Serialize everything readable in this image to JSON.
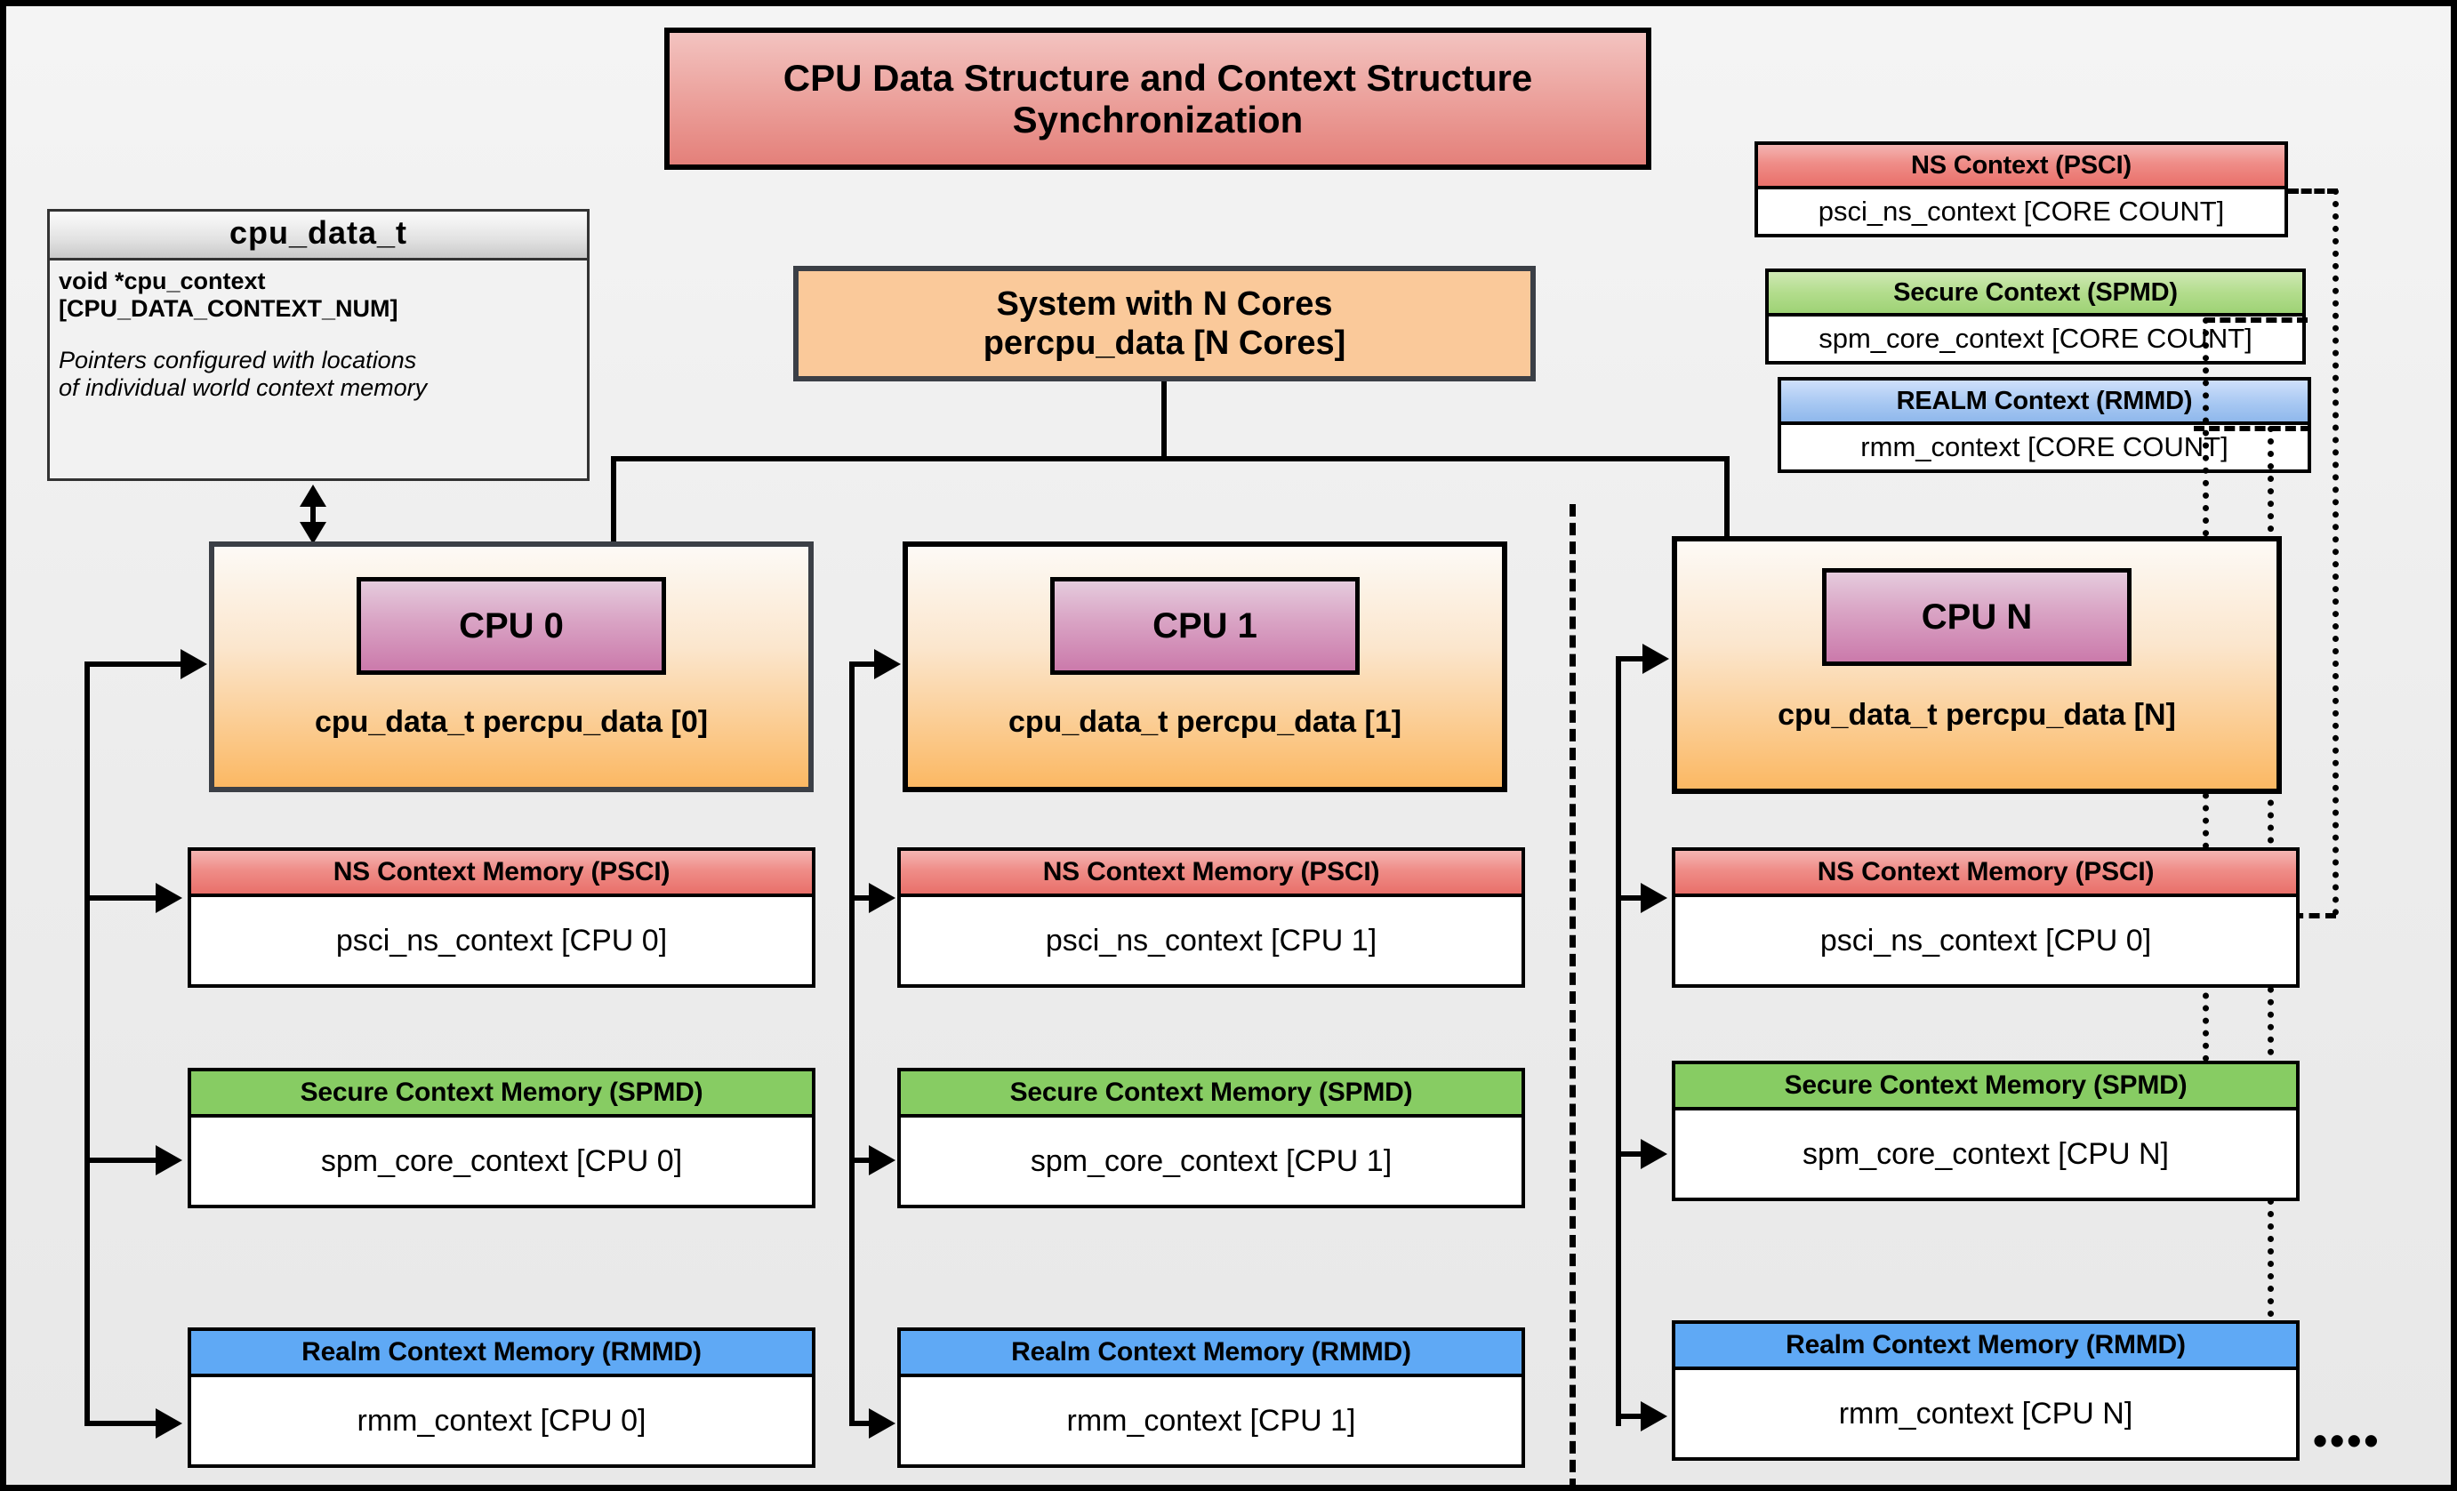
{
  "title": {
    "line1": "CPU Data Structure and Context Structure",
    "line2": "Synchronization"
  },
  "cpu_data_t": {
    "name": "cpu_data_t",
    "field": "void  *cpu_context [CPU_DATA_CONTEXT_NUM]",
    "field_line1": "void  *cpu_context",
    "field_line2": "[CPU_DATA_CONTEXT_NUM]",
    "note_line1": "Pointers configured with locations",
    "note_line2": "of individual world context memory"
  },
  "system": {
    "line1": "System with N Cores",
    "line2": "percpu_data [N Cores]"
  },
  "global_contexts": [
    {
      "id": "ns",
      "header": "NS Context  (PSCI)",
      "body": "psci_ns_context [CORE COUNT]",
      "color": "#e9706a"
    },
    {
      "id": "secure",
      "header": "Secure Context (SPMD)",
      "body": "spm_core_context [CORE COUNT]",
      "color": "#9ed275"
    },
    {
      "id": "realm",
      "header": "REALM Context (RMMD)",
      "body": "rmm_context [CORE COUNT]",
      "color": "#8fb8ec"
    }
  ],
  "cpus": [
    {
      "chip": "CPU 0",
      "caption": "cpu_data_t percpu_data [0]",
      "memories": [
        {
          "id": "ns",
          "header": "NS Context Memory (PSCI)",
          "body": "psci_ns_context [CPU 0]"
        },
        {
          "id": "secure",
          "header": "Secure Context Memory (SPMD)",
          "body": "spm_core_context [CPU 0]"
        },
        {
          "id": "realm",
          "header": "Realm Context Memory (RMMD)",
          "body": "rmm_context [CPU 0]"
        }
      ]
    },
    {
      "chip": "CPU 1",
      "caption": "cpu_data_t percpu_data [1]",
      "memories": [
        {
          "id": "ns",
          "header": "NS Context Memory (PSCI)",
          "body": "psci_ns_context [CPU 1]"
        },
        {
          "id": "secure",
          "header": "Secure Context Memory (SPMD)",
          "body": "spm_core_context [CPU 1]"
        },
        {
          "id": "realm",
          "header": "Realm Context Memory (RMMD)",
          "body": "rmm_context [CPU 1]"
        }
      ]
    },
    {
      "chip": "CPU N",
      "caption": "cpu_data_t percpu_data [N]",
      "memories": [
        {
          "id": "ns",
          "header": "NS Context Memory (PSCI)",
          "body": "psci_ns_context [CPU 0]"
        },
        {
          "id": "secure",
          "header": "Secure Context Memory (SPMD)",
          "body": "spm_core_context [CPU N]"
        },
        {
          "id": "realm",
          "header": "Realm Context Memory (RMMD)",
          "body": "rmm_context [CPU N]"
        }
      ]
    }
  ],
  "ellipsis": "••••",
  "colors": {
    "ns": "#e9706a",
    "secure": "#9ed275",
    "realm": "#5fa9f5",
    "cpu_chip": "#cb7aab",
    "cpu_box": "#fbb863",
    "title_banner": "#e4807a",
    "background": "#ececec"
  }
}
